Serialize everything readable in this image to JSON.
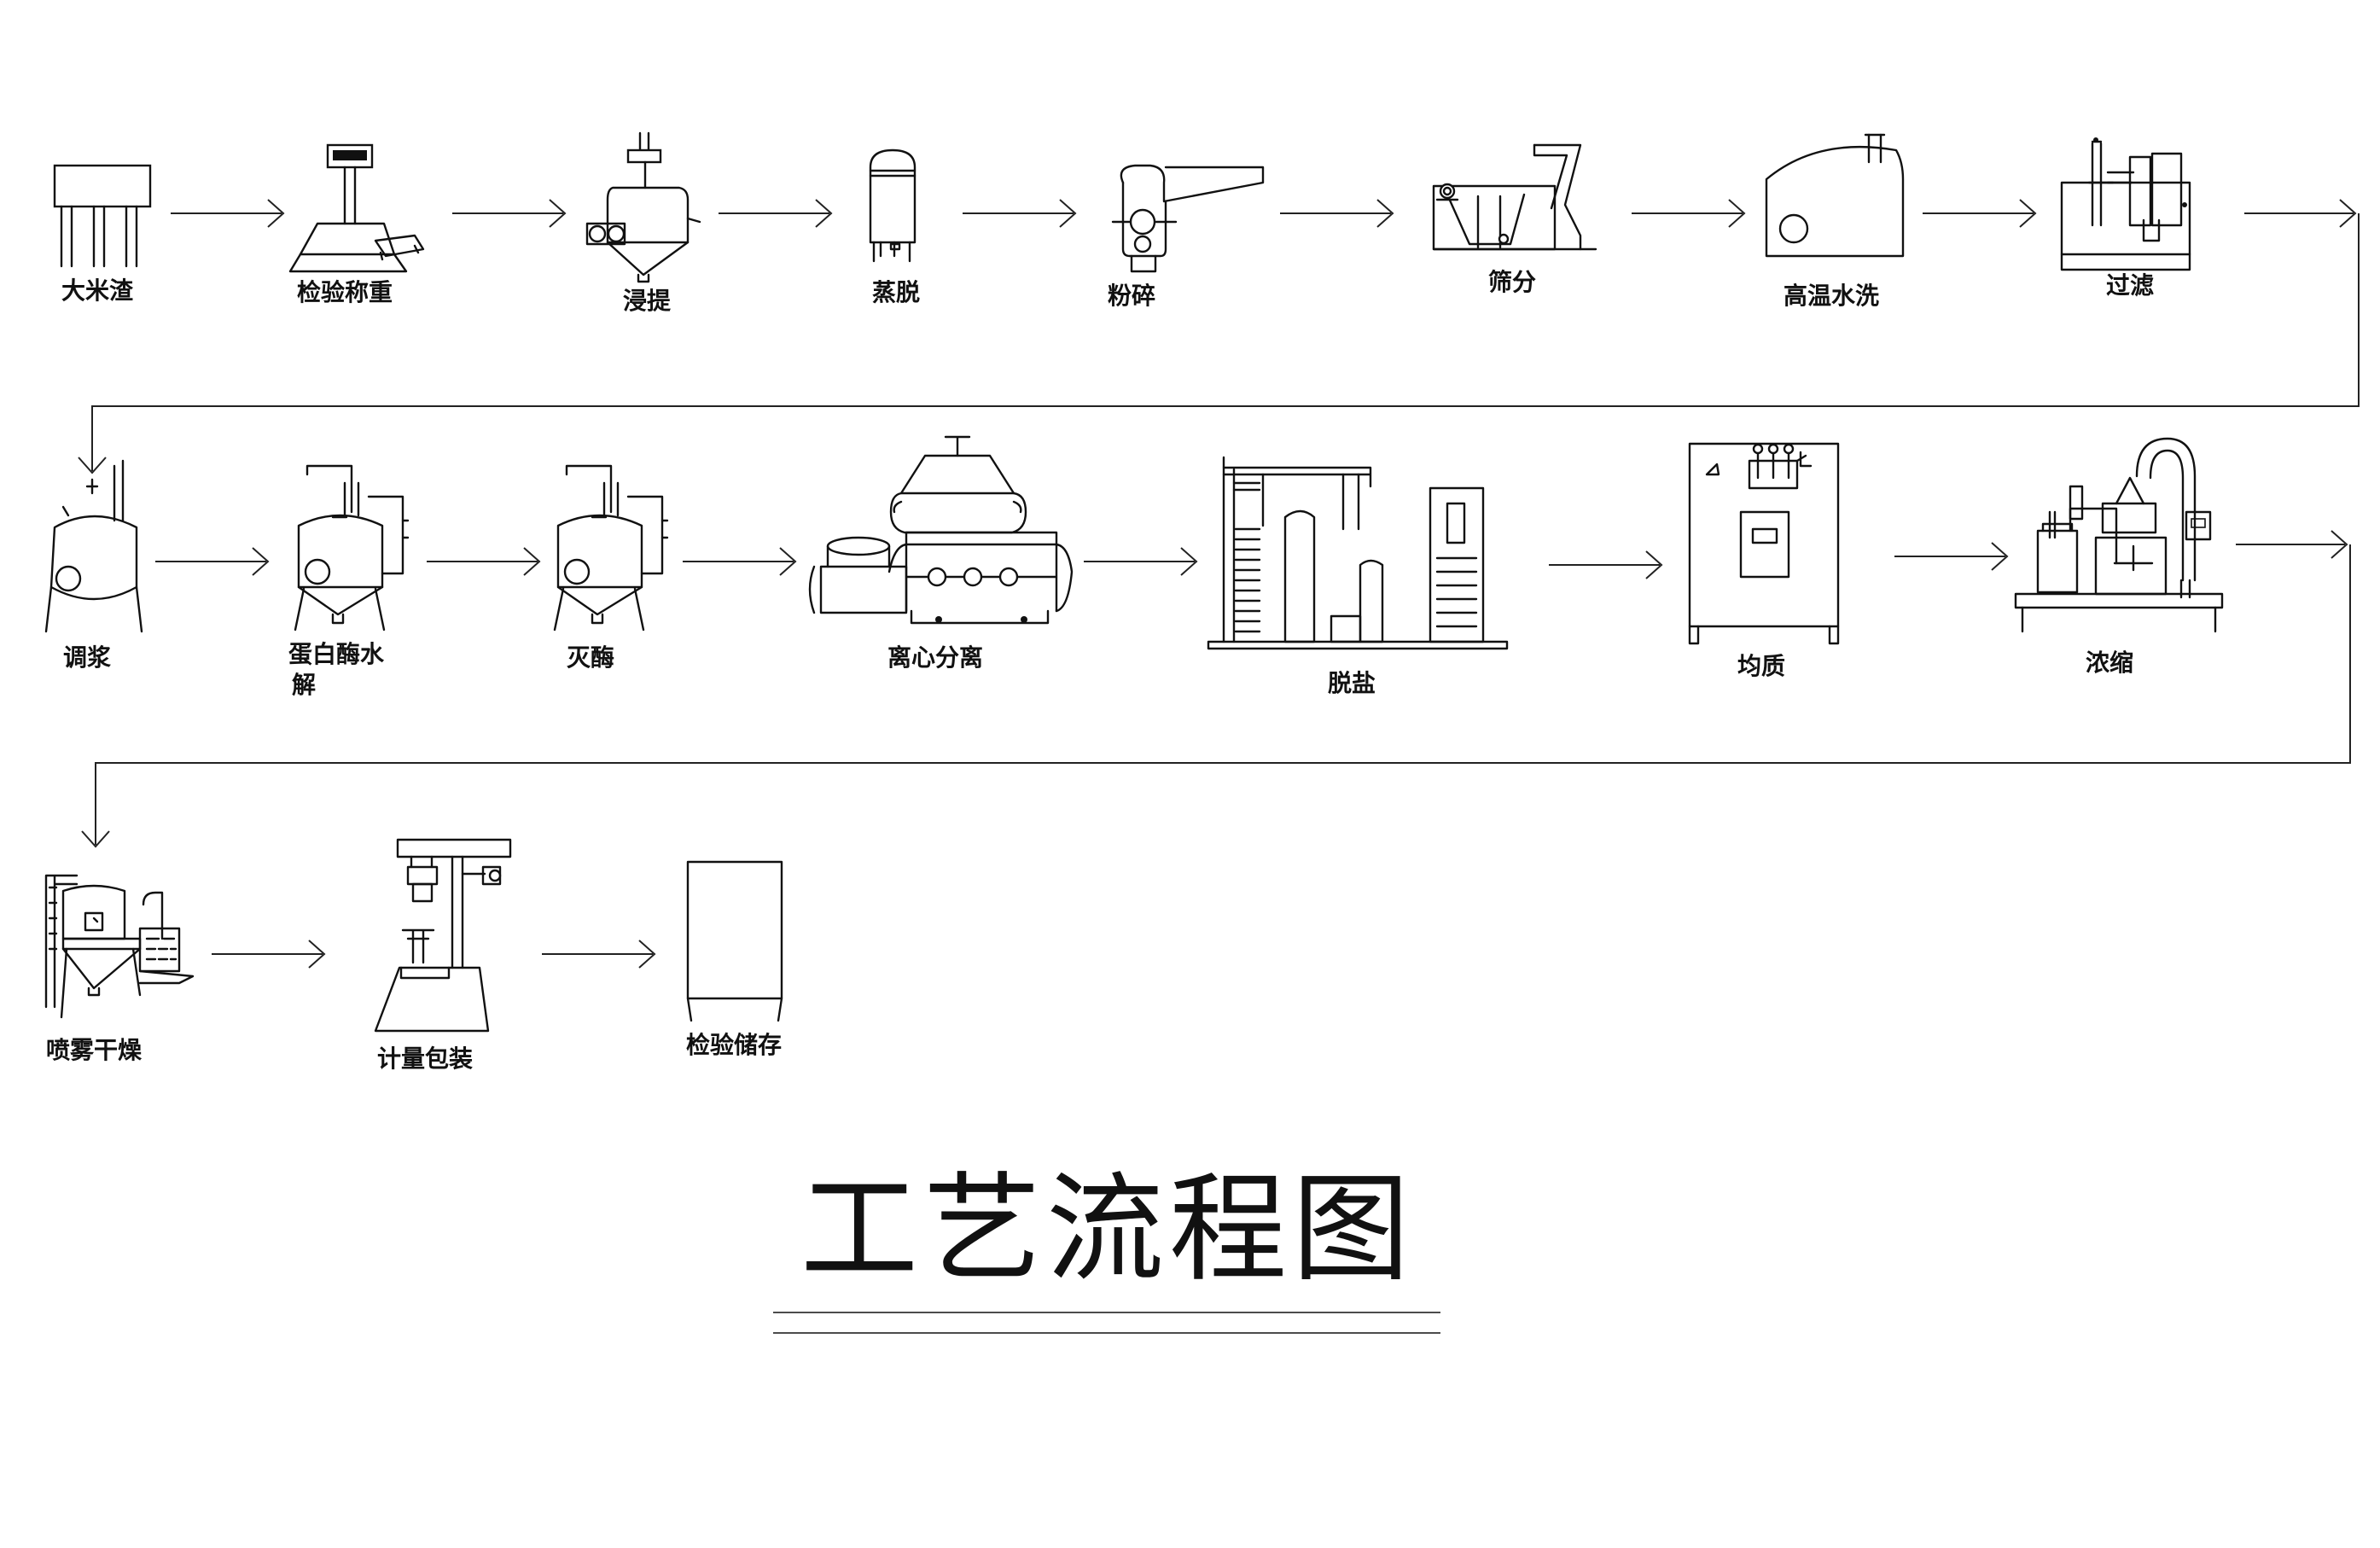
{
  "title": "工艺流程图",
  "steps": [
    {
      "id": "s1",
      "label": "大米渣"
    },
    {
      "id": "s2",
      "label": "检验称重"
    },
    {
      "id": "s3",
      "label": "浸提"
    },
    {
      "id": "s4",
      "label": "蒸脱"
    },
    {
      "id": "s5",
      "label": "粉碎"
    },
    {
      "id": "s6",
      "label": "筛分"
    },
    {
      "id": "s7",
      "label": "高温水洗"
    },
    {
      "id": "s8",
      "label": "过滤"
    },
    {
      "id": "s9",
      "label": "调浆"
    },
    {
      "id": "s10",
      "label_line1": "蛋白酶水",
      "label_line2": "解"
    },
    {
      "id": "s11",
      "label": "灭酶"
    },
    {
      "id": "s12",
      "label": "离心分离"
    },
    {
      "id": "s13",
      "label": "脱盐"
    },
    {
      "id": "s14",
      "label": "均质"
    },
    {
      "id": "s15",
      "label": "浓缩"
    },
    {
      "id": "s16",
      "label": "喷雾干燥"
    },
    {
      "id": "s17",
      "label": "计量包装"
    },
    {
      "id": "s18",
      "label": "检验储存"
    }
  ]
}
